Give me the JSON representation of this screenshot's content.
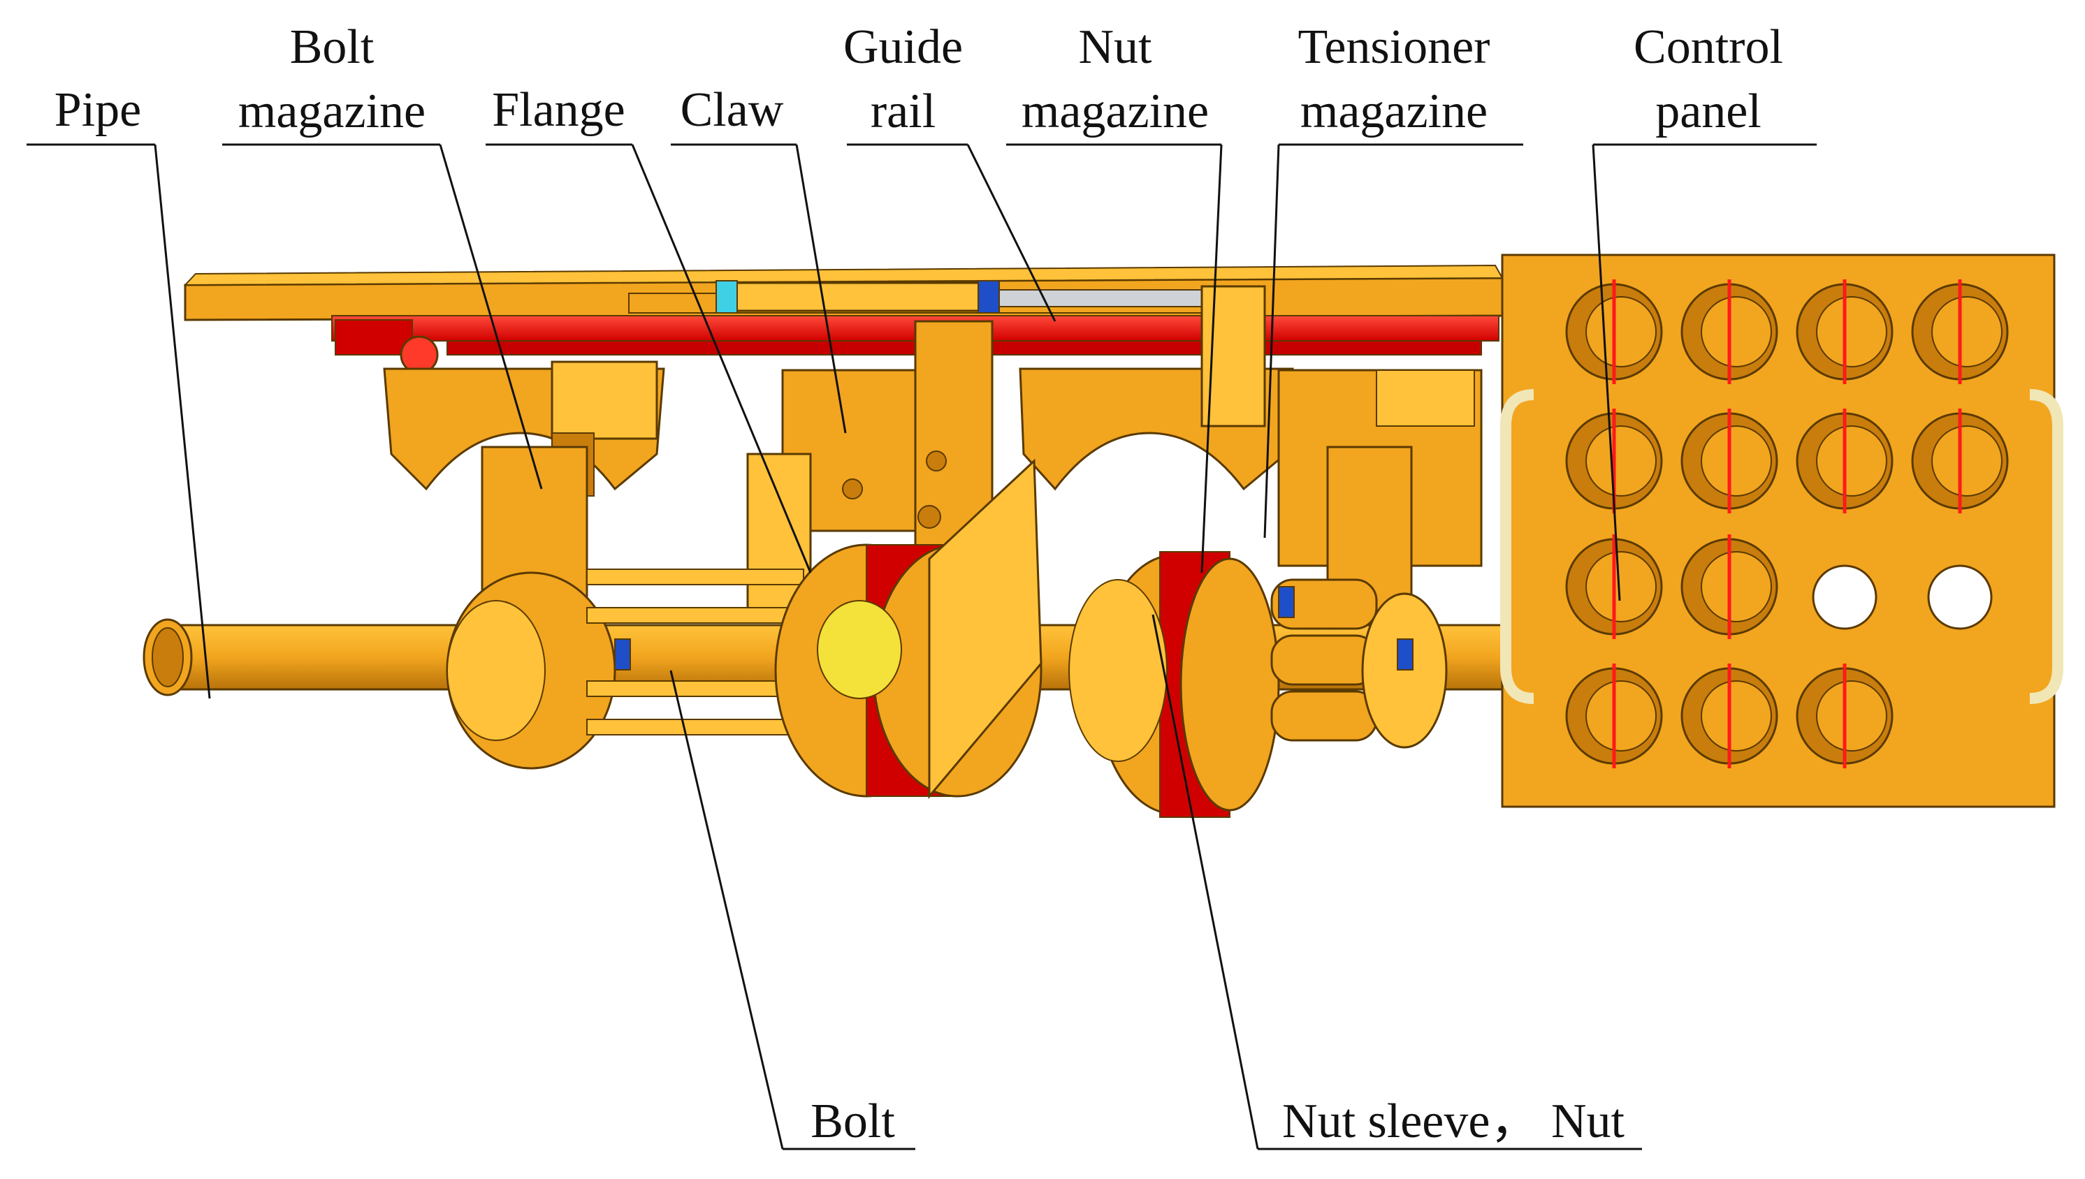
{
  "diagram": {
    "colors": {
      "body": "#f2a51f",
      "body_dark": "#c97d0c",
      "body_light": "#ffc23a",
      "outline": "#5a3a00",
      "rail_red": "#ff1a1a",
      "flange_face": "#f4e23a",
      "panel_hole": "#ffffff",
      "handle": "#f1e6b6",
      "fitting_blue": "#1f4fc8",
      "fitting_cyan": "#3fd0e6",
      "leader": "#111111"
    },
    "labels": {
      "pipe": "Pipe",
      "bolt_magazine_1": "Bolt",
      "bolt_magazine_2": "magazine",
      "flange": "Flange",
      "claw": "Claw",
      "guide_rail_1": "Guide",
      "guide_rail_2": "rail",
      "nut_magazine_1": "Nut",
      "nut_magazine_2": "magazine",
      "tensioner_magazine_1": "Tensioner",
      "tensioner_magazine_2": "magazine",
      "control_panel_1": "Control",
      "control_panel_2": "panel",
      "bolt": "Bolt",
      "nut_sleeve_nut": "Nut sleeve， Nut"
    }
  }
}
